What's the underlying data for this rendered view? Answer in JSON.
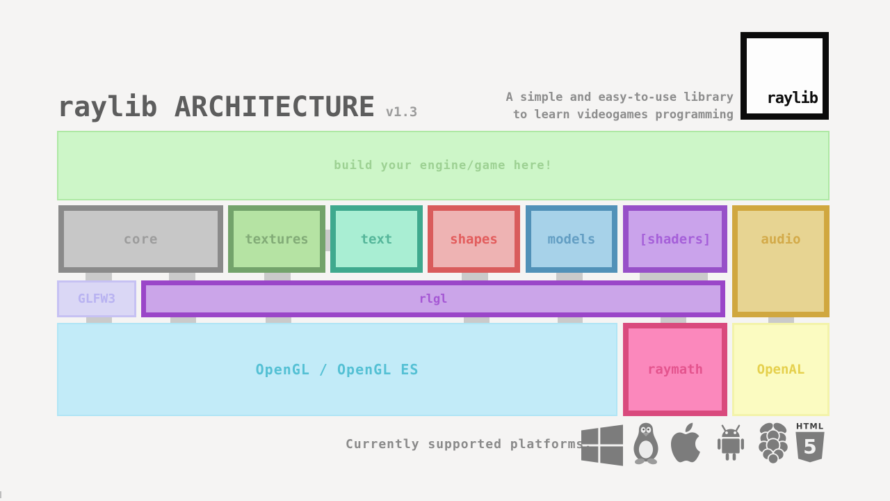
{
  "header": {
    "title": "raylib ARCHITECTURE",
    "version": "v1.3",
    "tagline_line1": "A simple and easy-to-use library",
    "tagline_line2": "to learn videogames programming",
    "logo_text": "raylib"
  },
  "colors": {
    "background": "#f5f4f3",
    "title": "#5d5d5d",
    "version": "#9b9b9b",
    "tagline": "#8d8d8d",
    "connector": "#cacaca",
    "platform_label": "#8a8a8a",
    "platform_icon": "#7c7c7c"
  },
  "engine_box": {
    "label": "build your engine/game here!",
    "border": "#aee8a4",
    "fill": "#cdf6c8",
    "text": "#9dd193"
  },
  "modules": [
    {
      "label": "core",
      "border": "#8a8a8a",
      "fill": "#c7c7c7",
      "text": "#9c9c9c"
    },
    {
      "label": "textures",
      "border": "#73a36b",
      "fill": "#b5e3a3",
      "text": "#82ab77"
    },
    {
      "label": "text",
      "border": "#3fa98e",
      "fill": "#a9eed3",
      "text": "#55b69a"
    },
    {
      "label": "shapes",
      "border": "#d95c5c",
      "fill": "#eeb3b3",
      "text": "#e25c5c"
    },
    {
      "label": "models",
      "border": "#5191b8",
      "fill": "#a7d2e9",
      "text": "#639ec3"
    },
    {
      "label": "[shaders]",
      "border": "#9750c8",
      "fill": "#caa3eb",
      "text": "#a55fd9"
    },
    {
      "label": "audio",
      "border": "#d0a73f",
      "fill": "#e7d492",
      "text": "#d3aa49"
    }
  ],
  "mid_layer": [
    {
      "label": "GLFW3",
      "border": "#c6c1f3",
      "fill": "#dad7f5",
      "text": "#b8b2f1"
    },
    {
      "label": "rlgl",
      "border": "#9a46c8",
      "fill": "#cba5e9",
      "text": "#a557d4"
    }
  ],
  "bottom_layer": [
    {
      "label": "OpenGL / OpenGL ES",
      "border": "#b0e5f5",
      "fill": "#c2ebf8",
      "text": "#54c0d4"
    },
    {
      "label": "raymath",
      "border": "#d94a7d",
      "fill": "#fb88bc",
      "text": "#e4548e"
    },
    {
      "label": "OpenAL",
      "border": "#f3f3aa",
      "fill": "#fbfbc1",
      "text": "#e5d04d"
    }
  ],
  "platforms": {
    "label": "Currently supported platforms:",
    "icons": [
      "windows-icon",
      "linux-tux-icon",
      "apple-icon",
      "android-icon",
      "raspberry-pi-icon",
      "html5-icon"
    ],
    "html5_top_text": "HTML",
    "html5_number": "5"
  }
}
